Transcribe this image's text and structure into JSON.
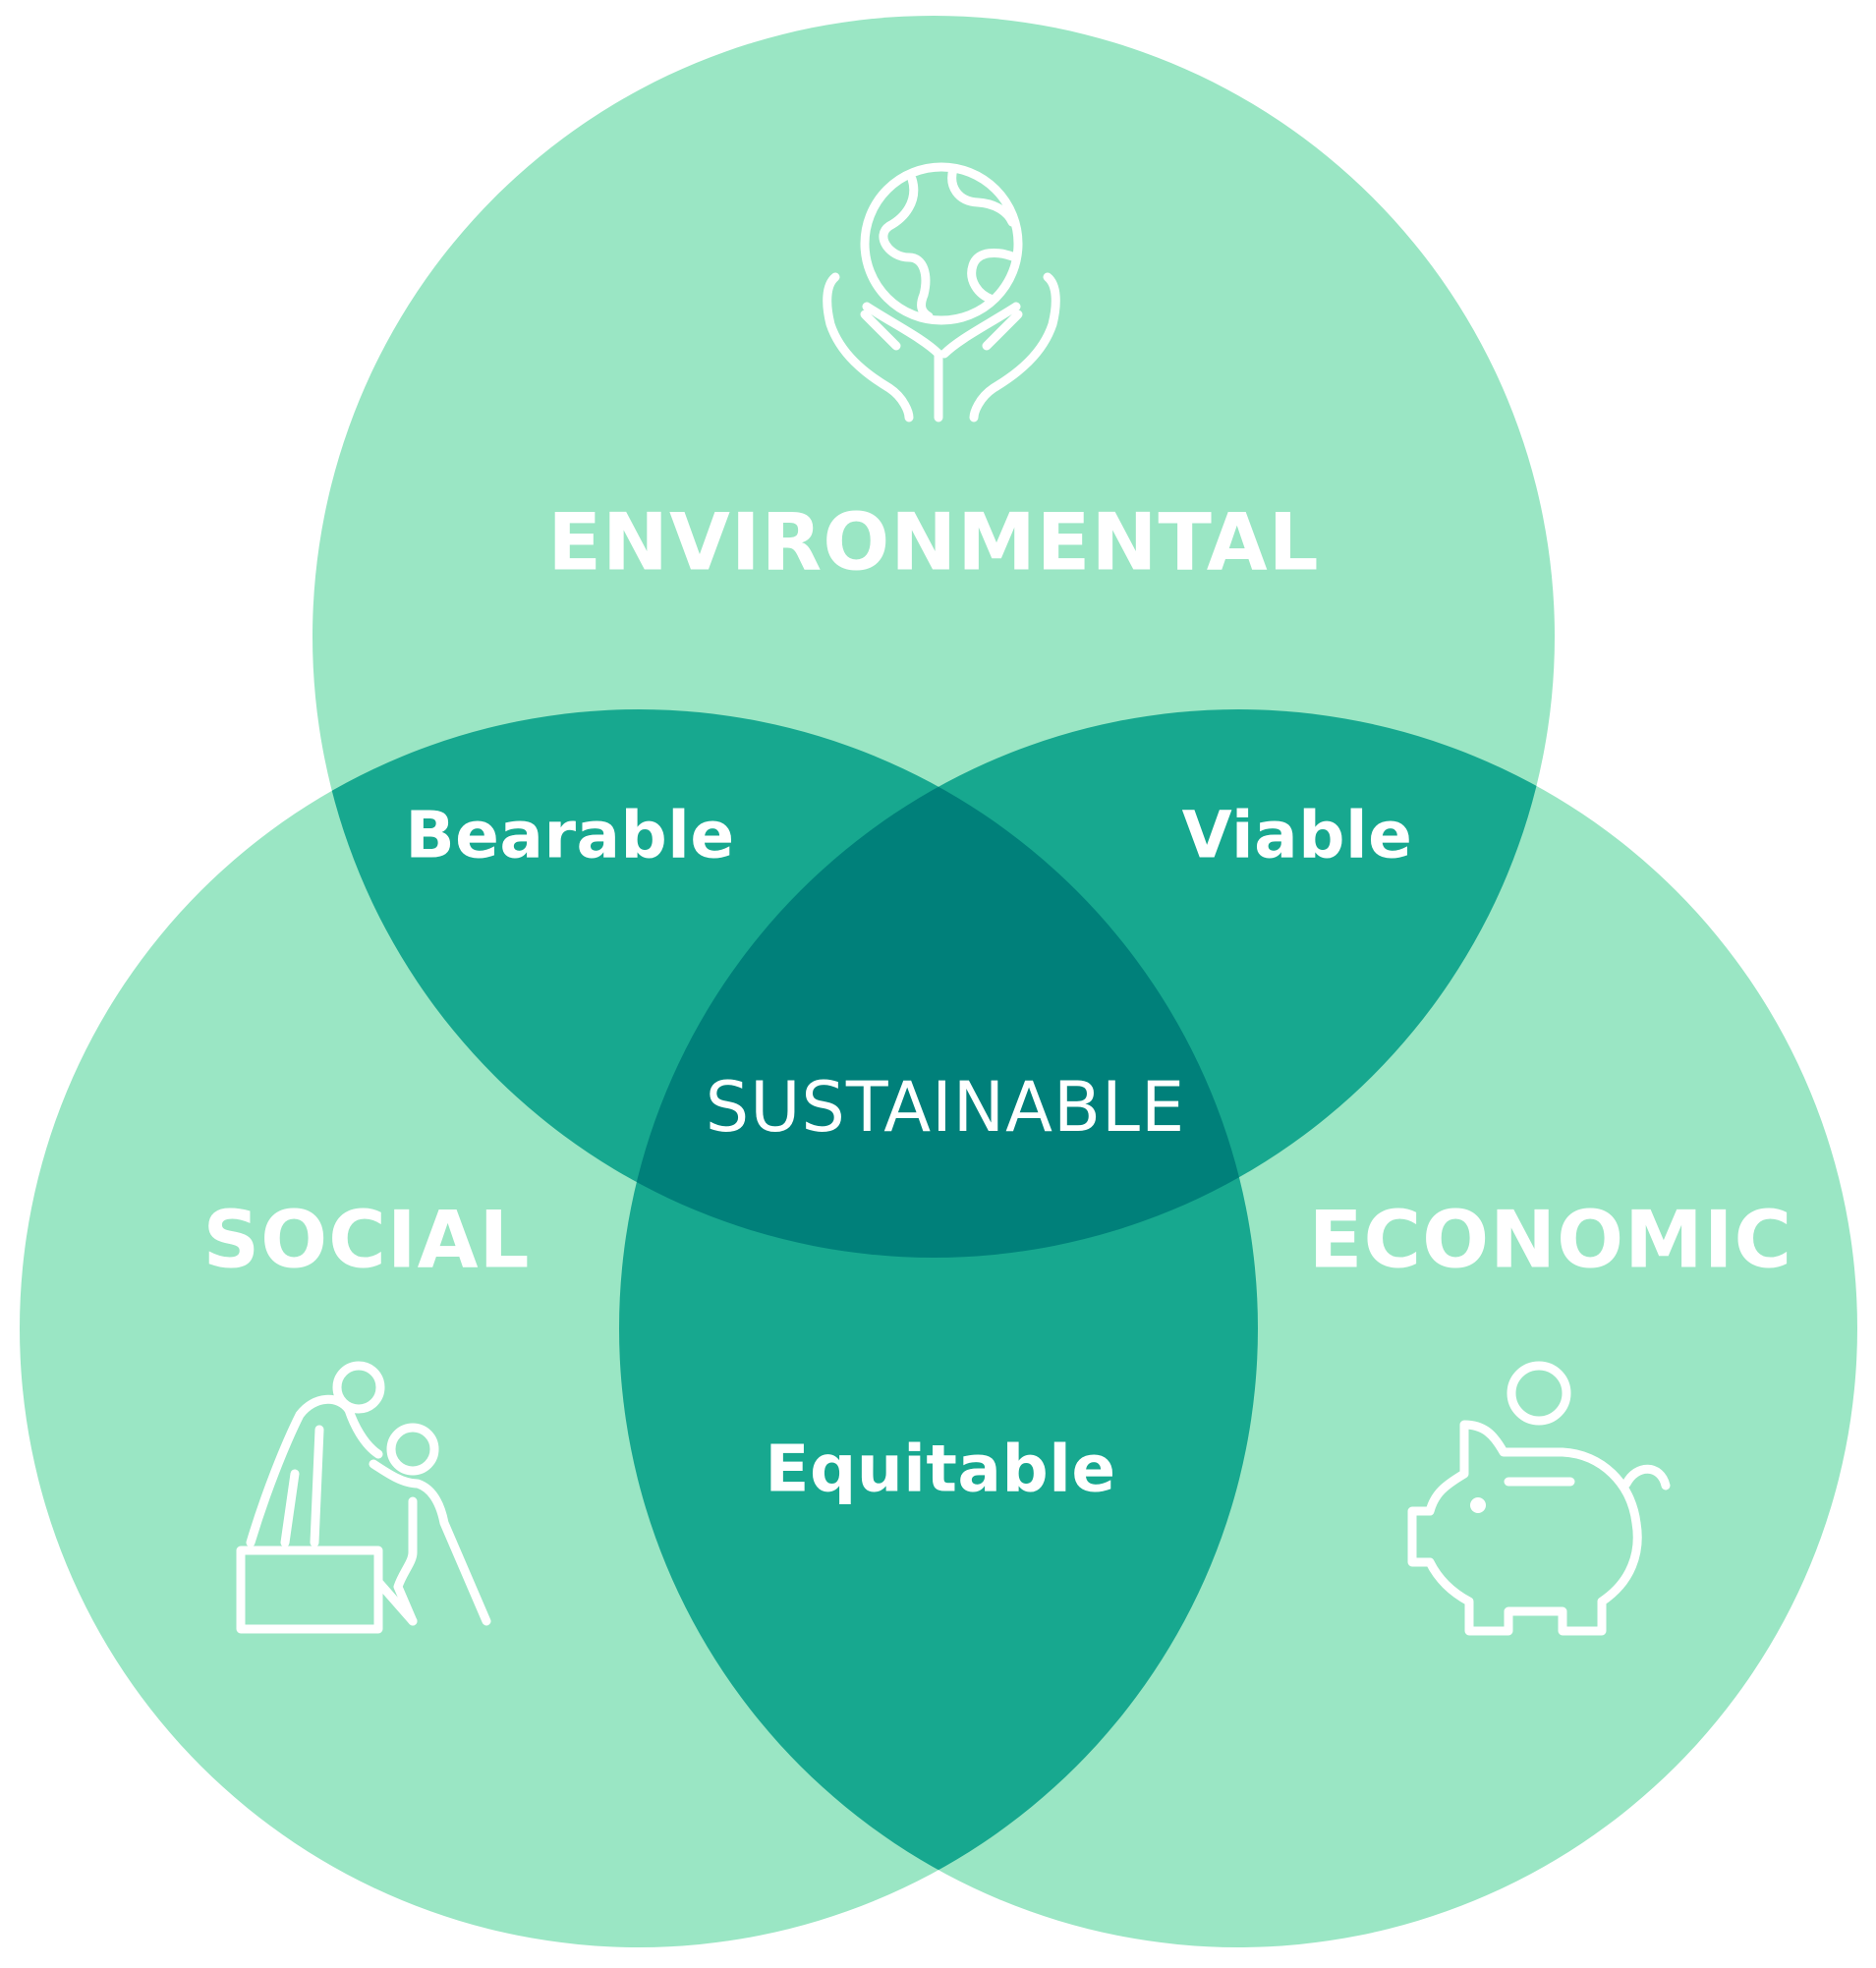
{
  "diagram": {
    "type": "venn-3-circle",
    "colors": {
      "single": "#9ae6c4",
      "pair": "#17a88f",
      "triple": "#00807a",
      "text": "#ffffff",
      "background": "#ffffff"
    },
    "circles": [
      {
        "id": "environmental",
        "label": "ENVIRONMENTAL",
        "icon": "globe-in-hands-icon"
      },
      {
        "id": "social",
        "label": "SOCIAL",
        "icon": "helping-hand-people-icon"
      },
      {
        "id": "economic",
        "label": "ECONOMIC",
        "icon": "piggy-bank-coin-icon"
      }
    ],
    "intersections": {
      "environmental_social": "Bearable",
      "environmental_economic": "Viable",
      "social_economic": "Equitable",
      "all": "SUSTAINABLE"
    }
  }
}
